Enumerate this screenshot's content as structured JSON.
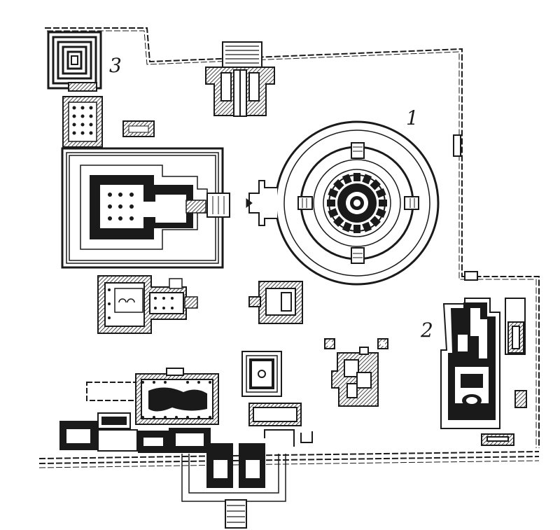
{
  "labels": {
    "one": "1",
    "two": "2",
    "three": "3"
  },
  "colors": {
    "ink": "#1a1a1a",
    "paper": "#ffffff"
  }
}
